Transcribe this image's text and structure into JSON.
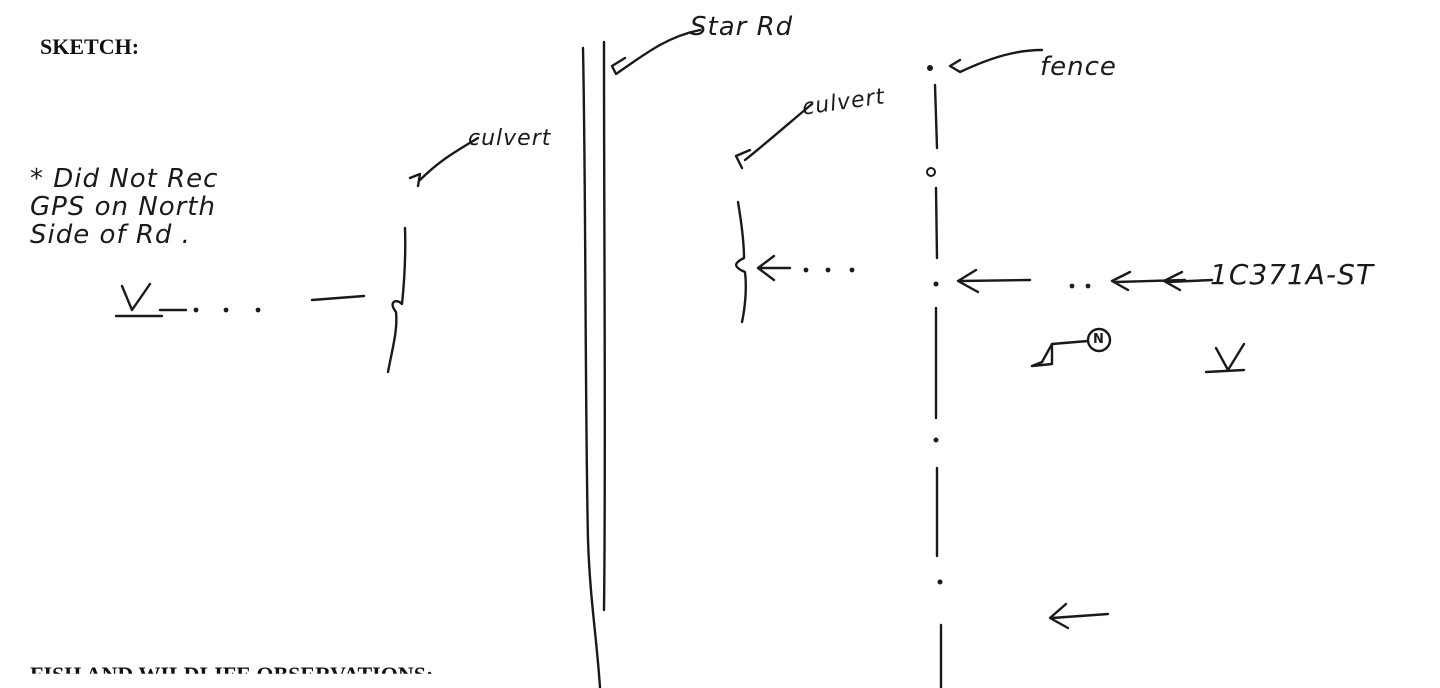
{
  "form": {
    "sketch_heading": "SKETCH:",
    "next_section_heading": "FISH AND WILDLIFE OBSERVATIONS:"
  },
  "sketch": {
    "note_lines": [
      "* Did Not Rec",
      "GPS on North",
      "Side of Rd ."
    ],
    "labels": {
      "road": "Star Rd",
      "fence": "fence",
      "culvert_left": "culvert",
      "culvert_right": "culvert",
      "site_id": "1C371A-ST",
      "north_symbol": "N"
    }
  }
}
